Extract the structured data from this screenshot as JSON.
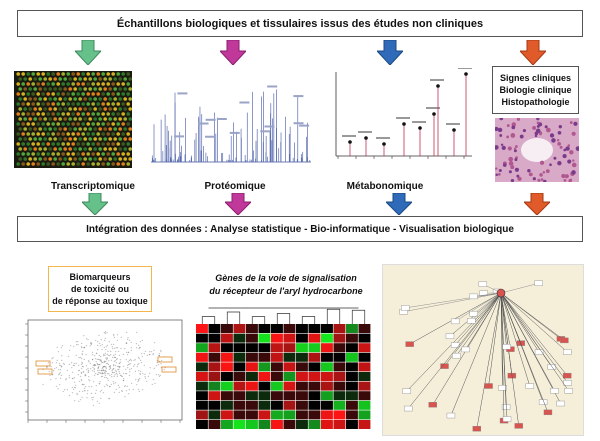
{
  "title": "Échantillons biologiques et tissulaires issus des études non cliniques",
  "integration": "Intégration des données : Analyse statistique - Bio-informatique - Visualisation biologique",
  "clinical_box": {
    "lines": [
      "Signes cliniques",
      "Biologie clinique",
      "Histopathologie"
    ]
  },
  "omics_labels": {
    "transcriptomics": "Transcriptomique",
    "proteomics": "Protéomique",
    "metabonomics": "Métabonomique"
  },
  "biomarkers_box": {
    "lines": [
      "Biomarqueurs",
      "de toxicité ou",
      "de réponse au toxique"
    ]
  },
  "heatmap_caption": {
    "lines": [
      "Gènes de la voie de signalisation",
      "du récepteur de l'aryl hydrocarbone"
    ]
  },
  "arrow_colors": {
    "transcriptomics": "#66c08a",
    "proteomics": "#c0399a",
    "metabonomics": "#2f6bb8",
    "clinical": "#e05a2a"
  },
  "icons": [
    "microarray-image",
    "mass-spectrum",
    "nmr-spectrum",
    "histology-image",
    "pca-scatter-plot",
    "gene-heatmap",
    "pathway-network"
  ]
}
